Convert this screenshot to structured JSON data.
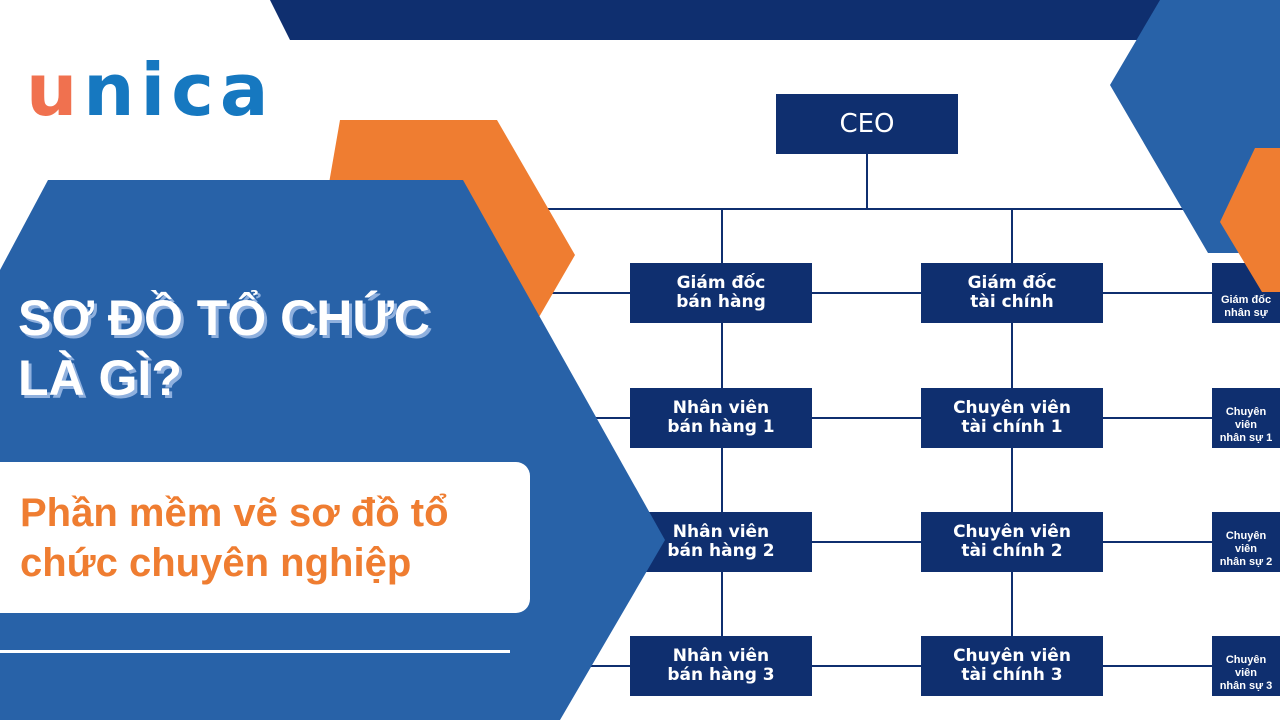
{
  "brand": {
    "logo_first": "u",
    "logo_rest": "nica",
    "colors": {
      "logo_orange": "#f0714f",
      "logo_blue": "#1678c0",
      "navy": "#0f2f6f",
      "blue": "#2862a8",
      "orange": "#ef7d31"
    }
  },
  "headline": {
    "title": "SƠ ĐỒ TỔ CHỨC\nLÀ GÌ?",
    "subtitle": "Phần mềm vẽ sơ đồ tổ\nchức chuyên nghiệp"
  },
  "org_chart": {
    "root": "CEO",
    "columns": [
      {
        "head": "Giám đốc\nbán hàng",
        "members": [
          "Nhân viên\nbán hàng 1",
          "Nhân viên\nbán hàng 2",
          "Nhân viên\nbán hàng 3"
        ]
      },
      {
        "head": "Giám đốc\ntài chính",
        "members": [
          "Chuyên viên\ntài chính 1",
          "Chuyên viên\ntài chính 2",
          "Chuyên viên\ntài chính 3"
        ]
      },
      {
        "head": "Giám đốc\nnhân sự",
        "members": [
          "Chuyên viên\nnhân sự 1",
          "Chuyên viên\nnhân sự 2",
          "Chuyên viên\nnhân sự 3"
        ]
      }
    ]
  }
}
